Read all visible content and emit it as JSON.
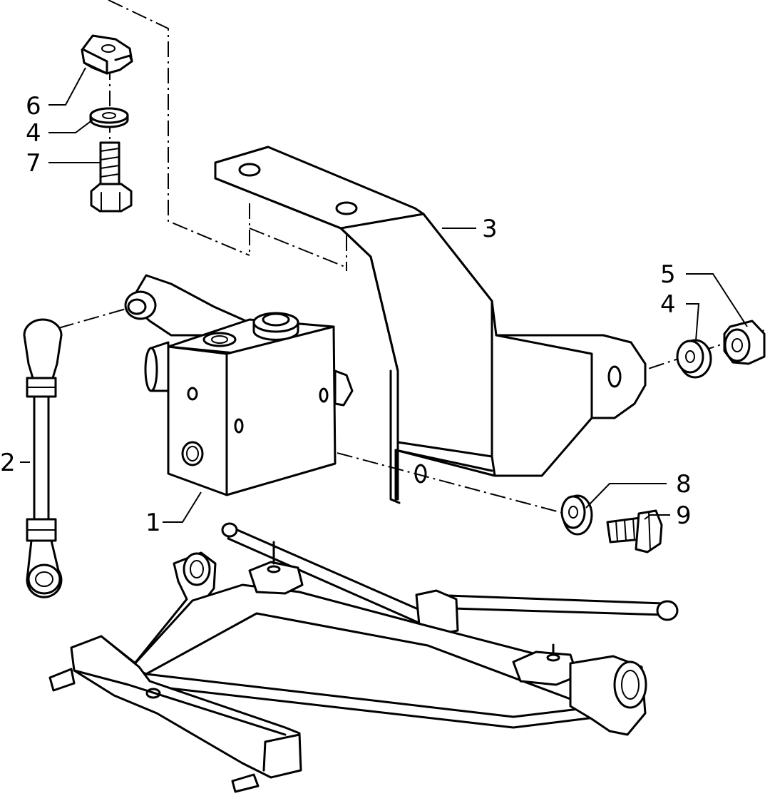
{
  "callouts": [
    {
      "id": "c1",
      "text": "1"
    },
    {
      "id": "c2",
      "text": "2"
    },
    {
      "id": "c3",
      "text": "3"
    },
    {
      "id": "c4a",
      "text": "4"
    },
    {
      "id": "c4b",
      "text": "4"
    },
    {
      "id": "c5",
      "text": "5"
    },
    {
      "id": "c6",
      "text": "6"
    },
    {
      "id": "c7",
      "text": "7"
    },
    {
      "id": "c8",
      "text": "8"
    },
    {
      "id": "c9",
      "text": "9"
    }
  ]
}
